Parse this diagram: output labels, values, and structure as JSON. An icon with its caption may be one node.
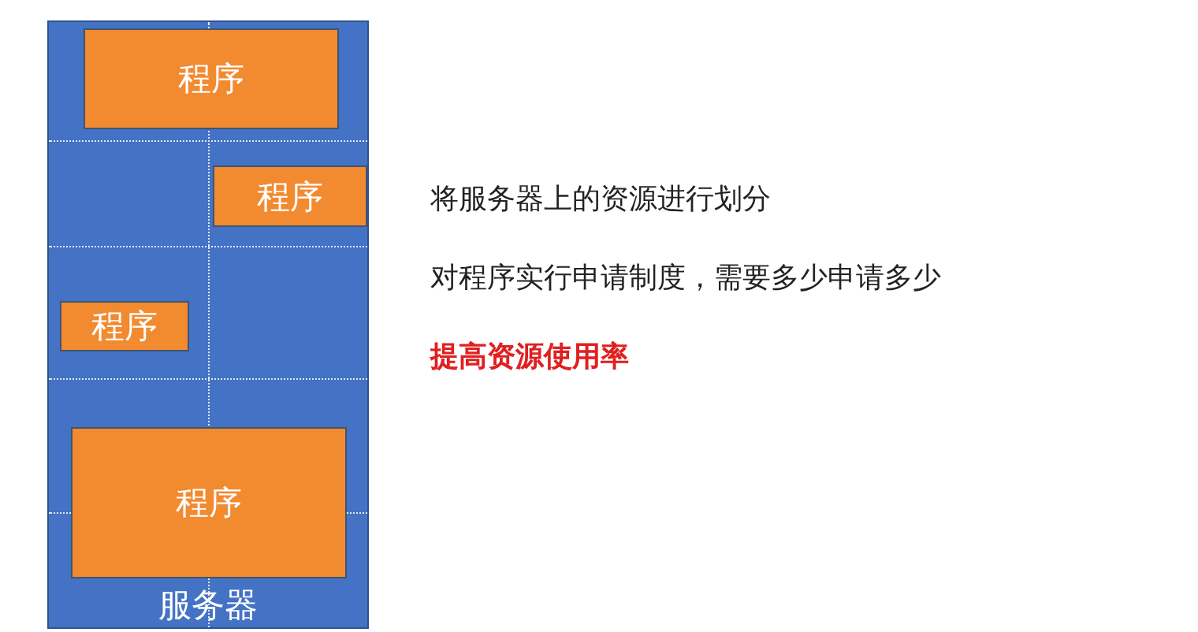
{
  "diagram": {
    "nodes": [
      {
        "text": [
          "服务器"
        ]
      },
      {
        "text": [
          "程序"
        ],
        "in": 0
      },
      {
        "text": [
          "程序"
        ],
        "in": 0
      },
      {
        "text": [
          "程序"
        ],
        "in": 0
      },
      {
        "text": [
          "程序"
        ],
        "in": 0
      }
    ],
    "edges": [],
    "labels": [
      "将服务器上的资源进行划分",
      "对程序实行申请制度，需要多少申请多少",
      "提高资源使用率"
    ]
  }
}
